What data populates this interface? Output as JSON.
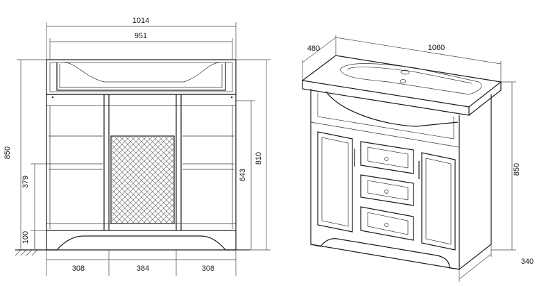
{
  "front_view": {
    "dims": {
      "total_width": "1014",
      "basin_width": "951",
      "total_height": "850",
      "top_height": "810",
      "cabinet_height": "643",
      "shelf_height": "379",
      "plinth_height": "100",
      "left_bay": "308",
      "mid_bay": "384",
      "right_bay": "308"
    }
  },
  "iso_view": {
    "dims": {
      "depth": "480",
      "width": "1060",
      "height": "850",
      "plinth_depth": "340"
    }
  }
}
